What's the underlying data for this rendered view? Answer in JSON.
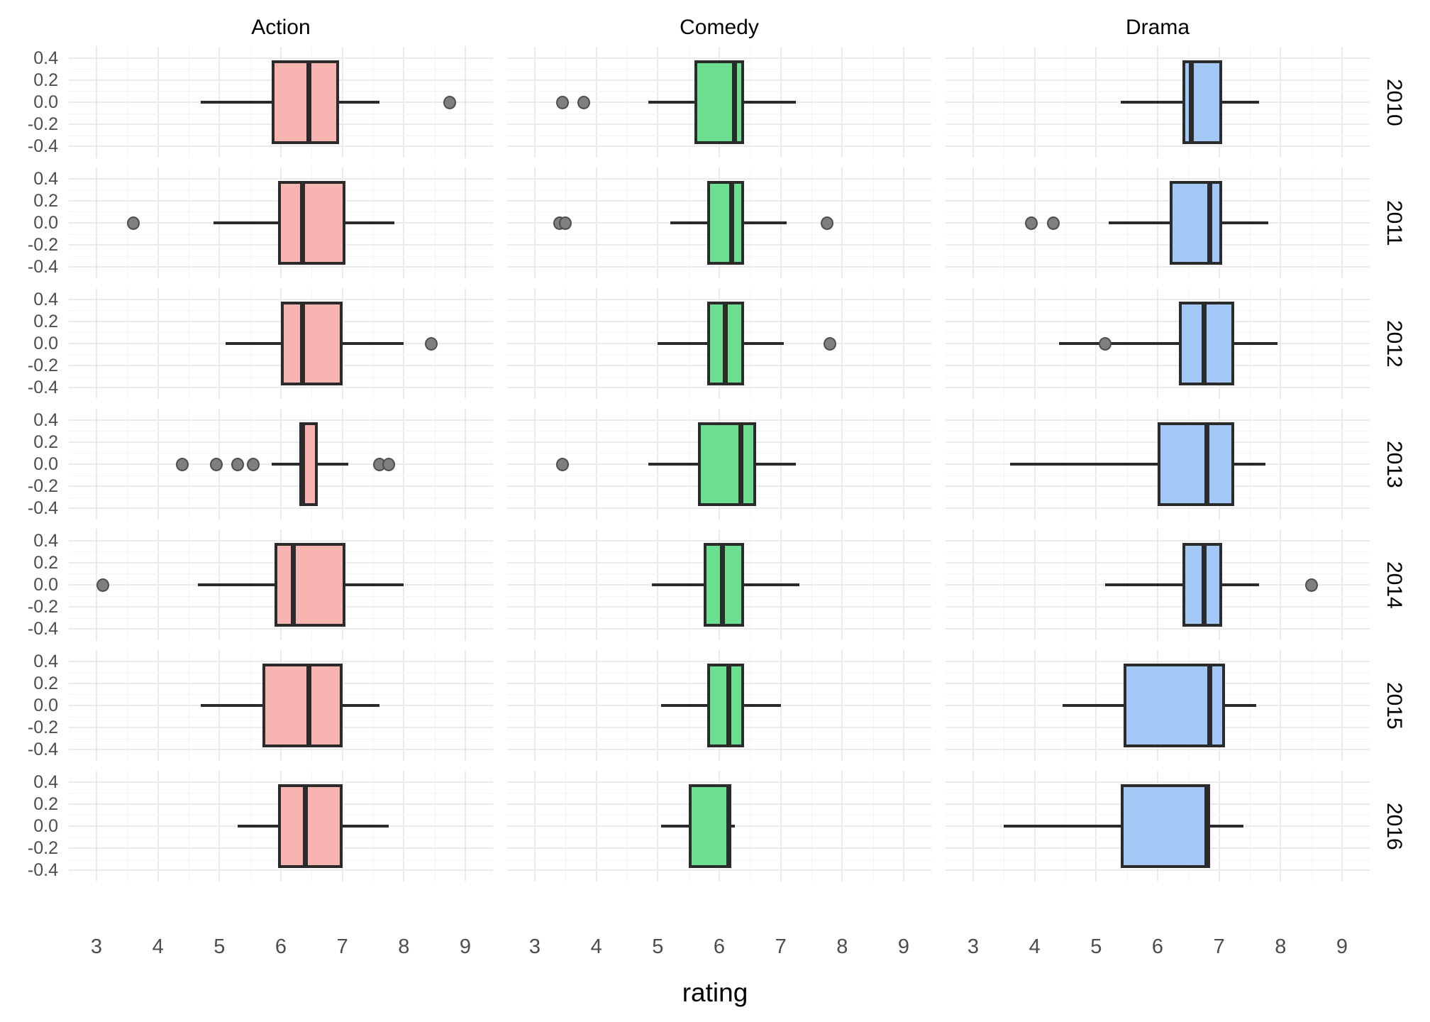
{
  "chart_data": {
    "type": "box",
    "title": "",
    "xlabel": "rating",
    "ylabel": "",
    "xlim": [
      2.55,
      9.45
    ],
    "ylim": [
      -0.5,
      0.5
    ],
    "grid": true,
    "legend": "none",
    "facet_columns": [
      "Action",
      "Comedy",
      "Drama"
    ],
    "facet_rows": [
      "2010",
      "2011",
      "2012",
      "2013",
      "2014",
      "2015",
      "2016"
    ],
    "x_ticks": [
      3,
      4,
      5,
      6,
      7,
      8,
      9
    ],
    "x_tick_labels": [
      "3",
      "4",
      "5",
      "6",
      "7",
      "8",
      "9"
    ],
    "y_ticks": [
      -0.4,
      -0.2,
      0.0,
      0.2,
      0.4
    ],
    "y_tick_labels": [
      "-0.4",
      "-0.2",
      "0.0",
      "0.2",
      "0.4"
    ],
    "colors": {
      "Action": "#F8B4B0",
      "Comedy": "#6BDE8F",
      "Drama": "#A4C8F5",
      "outline": "#2b2b2b",
      "outlier": "#7f7f7f",
      "grid_major": "#ebebeb",
      "grid_minor": "#f4f4f4",
      "panel_bg": "#ffffff"
    },
    "boxes": [
      {
        "genre": "Action",
        "year": "2010",
        "lower_whisker": 4.7,
        "q1": 5.85,
        "median": 6.45,
        "q3": 6.95,
        "upper_whisker": 7.6,
        "outliers": [
          8.75
        ]
      },
      {
        "genre": "Action",
        "year": "2011",
        "lower_whisker": 4.9,
        "q1": 5.95,
        "median": 6.35,
        "q3": 7.05,
        "upper_whisker": 7.85,
        "outliers": [
          3.6
        ]
      },
      {
        "genre": "Action",
        "year": "2012",
        "lower_whisker": 5.1,
        "q1": 6.0,
        "median": 6.35,
        "q3": 7.0,
        "upper_whisker": 8.0,
        "outliers": [
          8.45
        ]
      },
      {
        "genre": "Action",
        "year": "2013",
        "lower_whisker": 5.85,
        "q1": 6.3,
        "median": 6.35,
        "q3": 6.6,
        "upper_whisker": 7.1,
        "outliers": [
          4.4,
          4.95,
          5.3,
          5.55,
          7.6,
          7.75
        ]
      },
      {
        "genre": "Action",
        "year": "2014",
        "lower_whisker": 4.65,
        "q1": 5.9,
        "median": 6.2,
        "q3": 7.05,
        "upper_whisker": 8.0,
        "outliers": [
          3.1
        ]
      },
      {
        "genre": "Action",
        "year": "2015",
        "lower_whisker": 4.7,
        "q1": 5.7,
        "median": 6.45,
        "q3": 7.0,
        "upper_whisker": 7.6,
        "outliers": []
      },
      {
        "genre": "Action",
        "year": "2016",
        "lower_whisker": 5.3,
        "q1": 5.95,
        "median": 6.4,
        "q3": 7.0,
        "upper_whisker": 7.75,
        "outliers": []
      },
      {
        "genre": "Comedy",
        "year": "2010",
        "lower_whisker": 4.85,
        "q1": 5.6,
        "median": 6.25,
        "q3": 6.4,
        "upper_whisker": 7.25,
        "outliers": [
          3.45,
          3.8
        ]
      },
      {
        "genre": "Comedy",
        "year": "2011",
        "lower_whisker": 5.2,
        "q1": 5.8,
        "median": 6.2,
        "q3": 6.4,
        "upper_whisker": 7.1,
        "outliers": [
          3.4,
          3.5,
          7.75
        ]
      },
      {
        "genre": "Comedy",
        "year": "2012",
        "lower_whisker": 5.0,
        "q1": 5.8,
        "median": 6.1,
        "q3": 6.4,
        "upper_whisker": 7.05,
        "outliers": [
          7.8
        ]
      },
      {
        "genre": "Comedy",
        "year": "2013",
        "lower_whisker": 4.85,
        "q1": 5.65,
        "median": 6.35,
        "q3": 6.6,
        "upper_whisker": 7.25,
        "outliers": [
          3.45
        ]
      },
      {
        "genre": "Comedy",
        "year": "2014",
        "lower_whisker": 4.9,
        "q1": 5.75,
        "median": 6.05,
        "q3": 6.4,
        "upper_whisker": 7.3,
        "outliers": []
      },
      {
        "genre": "Comedy",
        "year": "2015",
        "lower_whisker": 5.05,
        "q1": 5.8,
        "median": 6.15,
        "q3": 6.4,
        "upper_whisker": 7.0,
        "outliers": []
      },
      {
        "genre": "Comedy",
        "year": "2016",
        "lower_whisker": 5.05,
        "q1": 5.5,
        "median": 6.15,
        "q3": 6.2,
        "upper_whisker": 6.25,
        "outliers": []
      },
      {
        "genre": "Drama",
        "year": "2010",
        "lower_whisker": 5.4,
        "q1": 6.4,
        "median": 6.55,
        "q3": 7.05,
        "upper_whisker": 7.65,
        "outliers": []
      },
      {
        "genre": "Drama",
        "year": "2011",
        "lower_whisker": 5.2,
        "q1": 6.2,
        "median": 6.85,
        "q3": 7.05,
        "upper_whisker": 7.8,
        "outliers": [
          3.95,
          4.3
        ]
      },
      {
        "genre": "Drama",
        "year": "2012",
        "lower_whisker": 4.4,
        "q1": 6.35,
        "median": 6.75,
        "q3": 7.25,
        "upper_whisker": 7.95,
        "outliers": [
          5.15
        ]
      },
      {
        "genre": "Drama",
        "year": "2013",
        "lower_whisker": 3.6,
        "q1": 6.0,
        "median": 6.8,
        "q3": 7.25,
        "upper_whisker": 7.75,
        "outliers": []
      },
      {
        "genre": "Drama",
        "year": "2014",
        "lower_whisker": 5.15,
        "q1": 6.4,
        "median": 6.75,
        "q3": 7.05,
        "upper_whisker": 7.65,
        "outliers": [
          8.5
        ]
      },
      {
        "genre": "Drama",
        "year": "2015",
        "lower_whisker": 4.45,
        "q1": 5.45,
        "median": 6.85,
        "q3": 7.1,
        "upper_whisker": 7.6,
        "outliers": []
      },
      {
        "genre": "Drama",
        "year": "2016",
        "lower_whisker": 3.5,
        "q1": 5.4,
        "median": 6.8,
        "q3": 6.85,
        "upper_whisker": 7.4,
        "outliers": []
      }
    ]
  }
}
